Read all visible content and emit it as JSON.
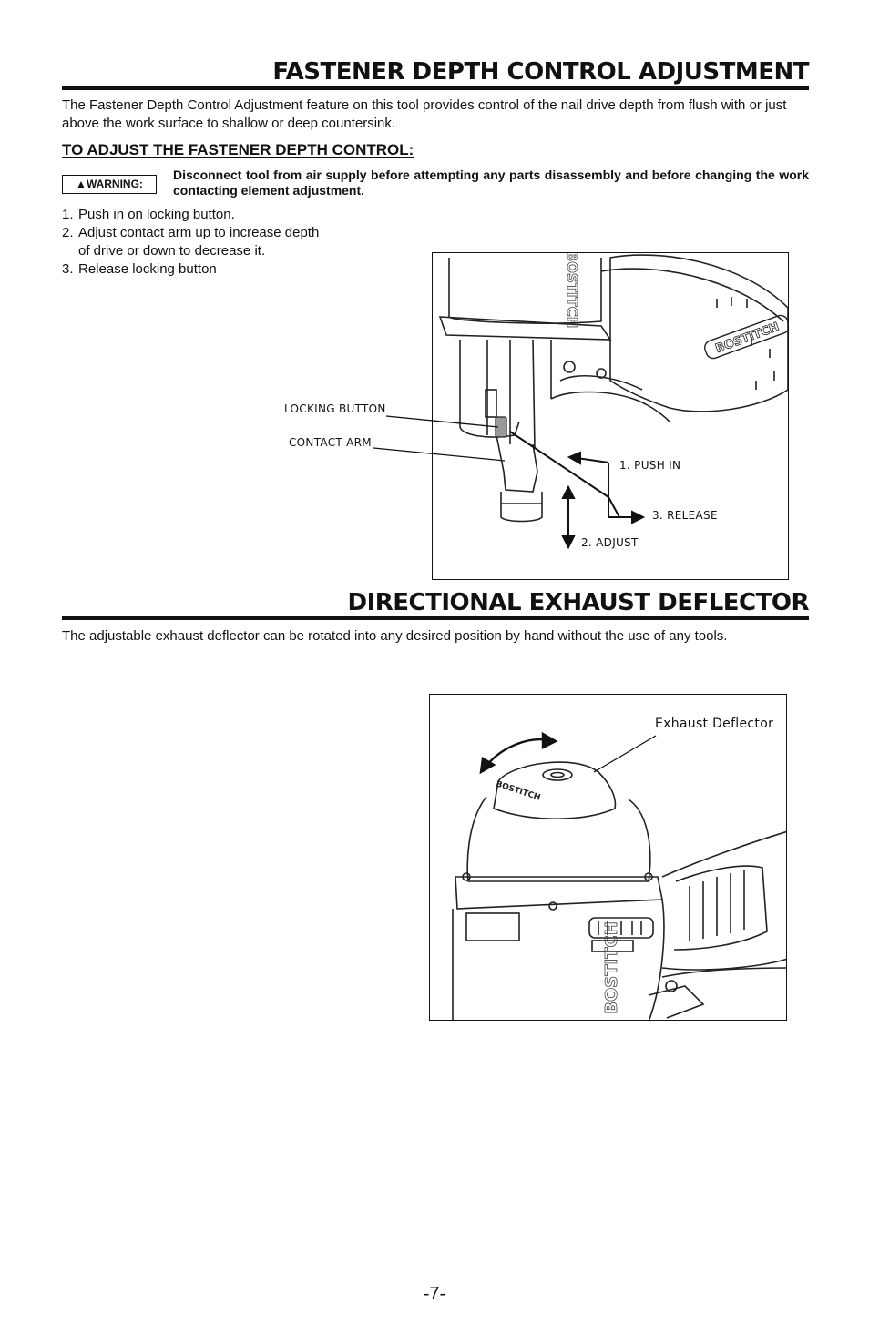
{
  "section1": {
    "title": "FASTENER DEPTH CONTROL ADJUSTMENT",
    "intro": "The Fastener Depth Control Adjustment feature on this tool provides control of the nail drive depth from flush with or just above the work surface to shallow or deep countersink.",
    "subhead": "TO ADJUST THE FASTENER DEPTH CONTROL:",
    "warning_label": "WARNING:",
    "warning_text": "Disconnect tool from air supply before attempting any parts disassembly and before changing the work contacting element adjustment.",
    "steps": [
      {
        "num": "1.",
        "text": "Push in on locking button."
      },
      {
        "num": "2.",
        "text": "Adjust contact arm up to increase depth",
        "cont": "of drive or down to decrease it."
      },
      {
        "num": "3.",
        "text": "Release locking button"
      }
    ],
    "figure": {
      "logo_text": "BOSTITCH",
      "callouts": {
        "locking_button": "LOCKING BUTTON",
        "contact_arm": "CONTACT ARM",
        "push_in": "1. PUSH IN",
        "release": "3. RELEASE",
        "adjust": "2. ADJUST"
      }
    }
  },
  "section2": {
    "title": "DIRECTIONAL EXHAUST DEFLECTOR",
    "intro": "The adjustable exhaust deflector can be rotated into any desired position by hand without the use of any tools.",
    "figure": {
      "logo_text": "BOSTITCH",
      "callout": "Exhaust Deflector"
    }
  },
  "page_number": "-7-"
}
